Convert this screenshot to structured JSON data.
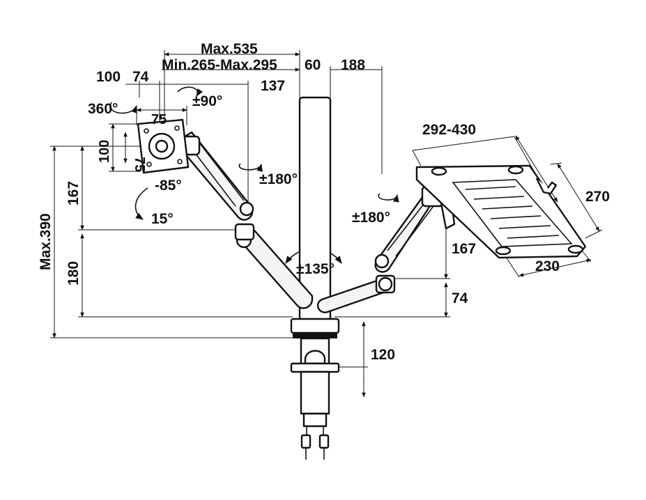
{
  "colors": {
    "ink": "#111111",
    "background": "#ffffff"
  },
  "labels": {
    "max_reach": "Max.535",
    "reach_range": "Min.265-Max.295",
    "d60": "60",
    "d188": "188",
    "d100_top": "100",
    "d74_top": "74",
    "d137": "137",
    "rot90": "±90°",
    "rot360": "360°",
    "vesa_h": "75",
    "vesa_v": "75",
    "d100_side": "100",
    "tilt_neg": "-85°",
    "tilt_pos": "15°",
    "d167_left": "167",
    "max_height": "Max.390",
    "d180": "180",
    "rot180_left": "±180°",
    "rot135": "±135°",
    "rot180_right": "±180°",
    "tray_width": "292-430",
    "tray_depth": "270",
    "d167_right": "167",
    "tray_inner": "230",
    "d74_right": "74",
    "clamp": "120"
  }
}
